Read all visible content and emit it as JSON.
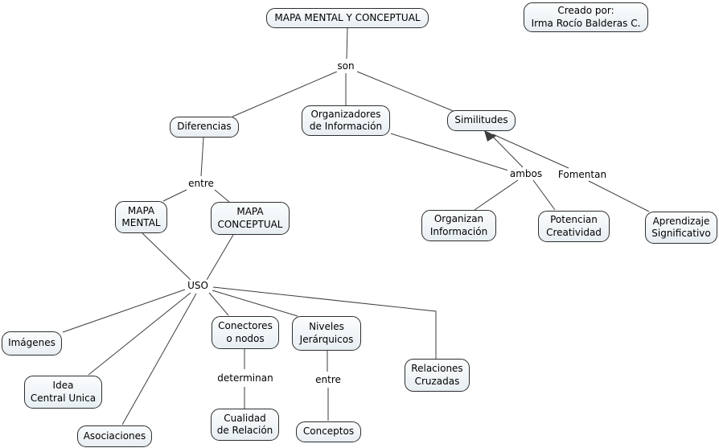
{
  "canvas": {
    "background": "#ffffff"
  },
  "style": {
    "node_border_color": "#2e2e2e",
    "node_fill_top": "#fbfdfe",
    "node_fill_bottom": "#e7eef2",
    "line_color": "#3d3d3d",
    "text_color": "#000000"
  },
  "nodes": [
    {
      "id": "title",
      "label": "MAPA MENTAL Y CONCEPTUAL"
    },
    {
      "id": "credit",
      "label": "Creado por:\nIrma Rocío Balderas C."
    },
    {
      "id": "diferencias",
      "label": "Diferencias"
    },
    {
      "id": "organizadores",
      "label": "Organizadores\nde Información"
    },
    {
      "id": "similitudes",
      "label": "Similitudes"
    },
    {
      "id": "mapa-mental",
      "label": "MAPA\nMENTAL"
    },
    {
      "id": "mapa-conceptual",
      "label": "MAPA\nCONCEPTUAL"
    },
    {
      "id": "organizan-informacion",
      "label": "Organizan\nInformación"
    },
    {
      "id": "potencian-creatividad",
      "label": "Potencian\nCreatividad"
    },
    {
      "id": "aprendizaje-significativo",
      "label": "Aprendizaje\nSignificativo"
    },
    {
      "id": "imagenes",
      "label": "Imágenes"
    },
    {
      "id": "idea-central-unica",
      "label": "Idea\nCentral Unica"
    },
    {
      "id": "asociaciones",
      "label": "Asociaciones"
    },
    {
      "id": "conectores-o-nodos",
      "label": "Conectores\no nodos"
    },
    {
      "id": "niveles-jerarquicos",
      "label": "Niveles\nJerárquicos"
    },
    {
      "id": "relaciones-cruzadas",
      "label": "Relaciones\nCruzadas"
    },
    {
      "id": "cualidad-de-relacion",
      "label": "Cualidad\nde Relación"
    },
    {
      "id": "conceptos",
      "label": "Conceptos"
    }
  ],
  "link_labels": [
    {
      "id": "son",
      "label": "son"
    },
    {
      "id": "entre-top",
      "label": "entre"
    },
    {
      "id": "ambos",
      "label": "ambos"
    },
    {
      "id": "fomentan",
      "label": "Fomentan"
    },
    {
      "id": "uso",
      "label": "USO"
    },
    {
      "id": "determinan",
      "label": "determinan"
    },
    {
      "id": "entre-bottom",
      "label": "entre"
    }
  ],
  "edges": [
    {
      "from": "MAPA MENTAL Y CONCEPTUAL",
      "label": "son",
      "to": "Diferencias"
    },
    {
      "from": "MAPA MENTAL Y CONCEPTUAL",
      "label": "son",
      "to": "Organizadores de Información"
    },
    {
      "from": "MAPA MENTAL Y CONCEPTUAL",
      "label": "son",
      "to": "Similitudes"
    },
    {
      "from": "Diferencias",
      "label": "entre",
      "to": "MAPA MENTAL"
    },
    {
      "from": "Diferencias",
      "label": "entre",
      "to": "MAPA CONCEPTUAL"
    },
    {
      "from": "Organizadores de Información",
      "label": "ambos",
      "to": "Organizan Información"
    },
    {
      "from": "Similitudes",
      "label": "ambos",
      "to": "Potencian Creatividad"
    },
    {
      "from": "Similitudes",
      "label": "Fomentan",
      "to": "Aprendizaje Significativo"
    },
    {
      "from": "MAPA MENTAL",
      "label": "USO",
      "to": "Imágenes"
    },
    {
      "from": "MAPA MENTAL",
      "label": "USO",
      "to": "Idea Central Unica"
    },
    {
      "from": "MAPA MENTAL",
      "label": "USO",
      "to": "Asociaciones"
    },
    {
      "from": "MAPA CONCEPTUAL",
      "label": "USO",
      "to": "Conectores o nodos"
    },
    {
      "from": "MAPA CONCEPTUAL",
      "label": "USO",
      "to": "Niveles Jerárquicos"
    },
    {
      "from": "MAPA CONCEPTUAL",
      "label": "USO",
      "to": "Relaciones Cruzadas"
    },
    {
      "from": "Conectores o nodos",
      "label": "determinan",
      "to": "Cualidad de Relación"
    },
    {
      "from": "Niveles Jerárquicos",
      "label": "entre",
      "to": "Conceptos"
    }
  ]
}
